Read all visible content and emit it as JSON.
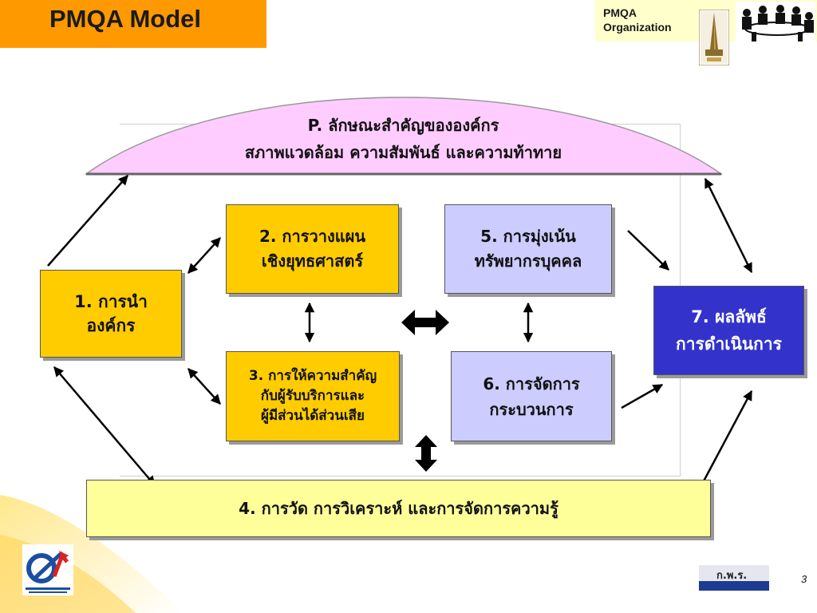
{
  "header": {
    "title": "PMQA Model",
    "org_line1": "PMQA",
    "org_line2": "Organization"
  },
  "diagram": {
    "profile": {
      "line1": "P. ลักษณะสำคัญขององค์กร",
      "line2": "สภาพแวดล้อม ความสัมพันธ์ และความท้าทาย"
    },
    "boxes": [
      {
        "id": "1",
        "line1": "1. การนำ",
        "line2": "องค์กร"
      },
      {
        "id": "2",
        "line1": "2. การวางแผน",
        "line2": "เชิงยุทธศาสตร์"
      },
      {
        "id": "3",
        "line1": "3. การให้ความสำคัญ",
        "line2": "กับผู้รับบริการและ",
        "line3": "ผู้มีส่วนได้ส่วนเสีย"
      },
      {
        "id": "4",
        "line1": "4. การวัด การวิเคราะห์ และการจัดการความรู้"
      },
      {
        "id": "5",
        "line1": "5. การมุ่งเน้น",
        "line2": "ทรัพยากรบุคคล"
      },
      {
        "id": "6",
        "line1": "6. การจัดการ",
        "line2": "กระบวนการ"
      },
      {
        "id": "7",
        "line1": "7. ผลลัพธ์",
        "line2": "การดำเนินการ"
      }
    ],
    "colors": {
      "title_bar": "#FF9900",
      "org_bar": "#FFFFCC",
      "profile_fill": "#FFCCFF",
      "box_yellow": "#FFCC00",
      "box_lavender": "#CCCCFF",
      "box_pale_yellow": "#FFFF99",
      "box_blue": "#3333CC"
    }
  },
  "footer": {
    "page_number": "3",
    "kpr_logo_text": "ก.พ.ร."
  }
}
